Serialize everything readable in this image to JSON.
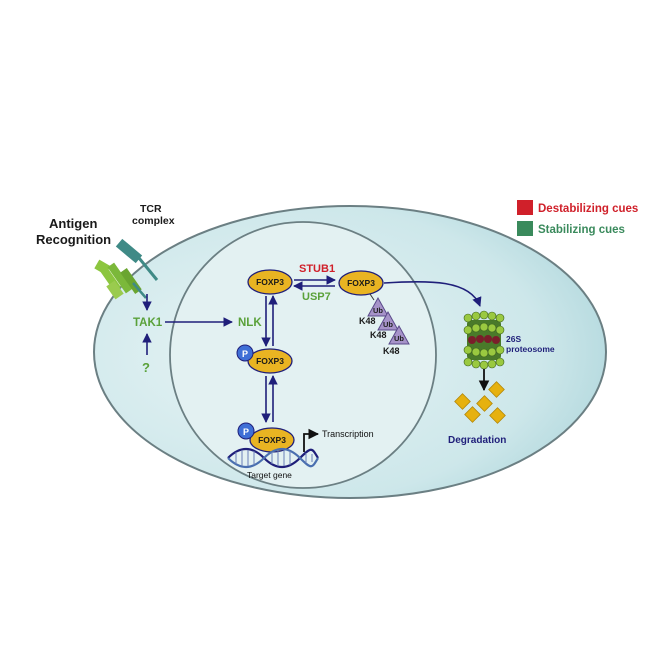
{
  "labels": {
    "antigen_line1": "Antigen",
    "antigen_line2": "Recognition",
    "tcr_line1": "TCR",
    "tcr_line2": "complex",
    "tak1": "TAK1",
    "question": "?",
    "nlk": "NLK",
    "stub1": "STUB1",
    "usp7": "USP7",
    "foxp3": "FOXP3",
    "p": "P",
    "ub": "Ub",
    "k48": "K48",
    "proteasome_line1": "26S",
    "proteasome_line2": "proteosome",
    "degradation": "Degradation",
    "transcription": "Transcription",
    "target_gene": "Target gene"
  },
  "legend": {
    "destabilizing": "Destabilizing cues",
    "stabilizing": "Stabilizing cues"
  },
  "colors": {
    "destabilizing": "#d0202a",
    "stabilizing": "#3a8a5c",
    "green_text": "#5aa13a",
    "red_text": "#d0202a",
    "foxp3_fill": "#e9b422",
    "phospho": "#3f6fd6",
    "arrow": "#1f1f7a",
    "ub_fill": "#a693c9",
    "diamond": "#e6b10f",
    "cell_fill": "#cfe7ea",
    "nucleus_fill": "#e2f1f2"
  }
}
